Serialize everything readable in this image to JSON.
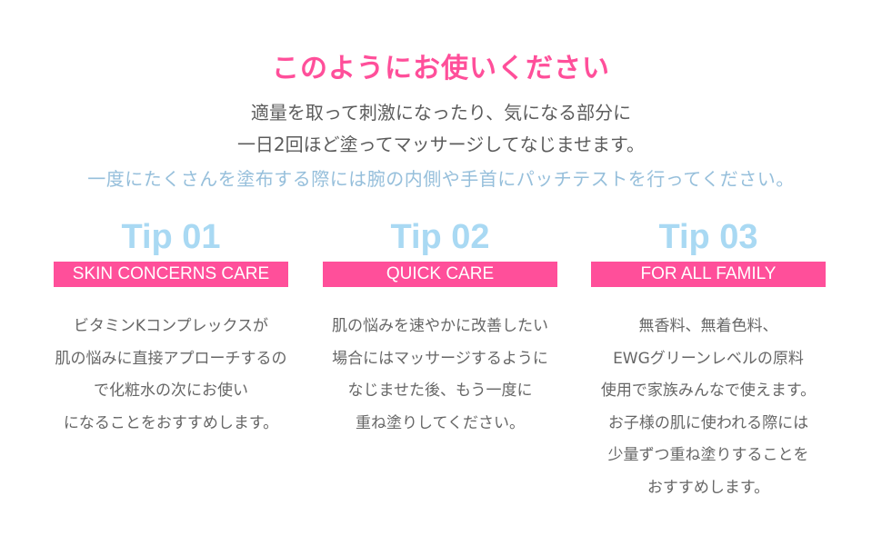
{
  "header": {
    "title": "このようにお使いください",
    "intro_line1": "適量を取って刺激になったり、気になる部分に",
    "intro_line2": "一日2回ほど塗ってマッサージしてなじませます。",
    "note": "一度にたくさんを塗布する際には腕の内側や手首にパッチテストを行ってください。"
  },
  "tips": [
    {
      "heading": "Tip 01",
      "label": "SKIN CONCERNS CARE",
      "lines": [
        "ビタミンKコンプレックスが",
        "肌の悩みに直接アプローチするの",
        "で化粧水の次にお使い",
        "になることをおすすめします。"
      ]
    },
    {
      "heading": "Tip 02",
      "label": "QUICK CARE",
      "lines": [
        "肌の悩みを速やかに改善したい",
        "場合にはマッサージするように",
        "なじませた後、もう一度に",
        "重ね塗りしてください。"
      ]
    },
    {
      "heading": "Tip 03",
      "label": "FOR ALL FAMILY",
      "lines": [
        "無香料、無着色料、",
        "EWGグリーンレベルの原料",
        "使用で家族みんなで使えます。",
        "お子様の肌に使われる際には",
        "少量ずつ重ね塗りすることを",
        "おすすめします。"
      ]
    }
  ],
  "colors": {
    "title": "#ff4f9a",
    "label_bg": "#ff4f9a",
    "tip_heading": "#a9d9f3",
    "note": "#96bfdb"
  }
}
